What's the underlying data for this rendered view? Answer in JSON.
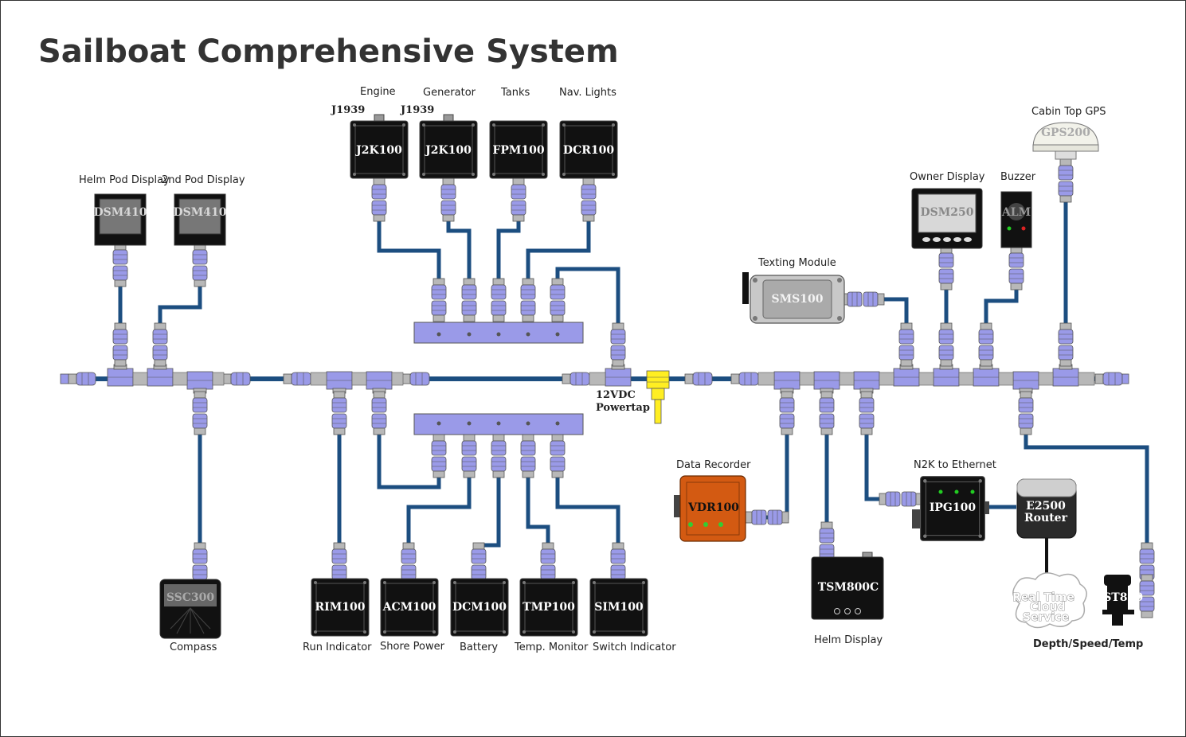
{
  "title": "Sailboat Comprehensive System",
  "labels": {
    "helm_pod": "Helm Pod Display",
    "second_pod": "2nd Pod Display",
    "engine": "Engine",
    "generator": "Generator",
    "tanks": "Tanks",
    "nav_lights": "Nav. Lights",
    "j1939_a": "J1939",
    "j1939_b": "J1939",
    "texting": "Texting Module",
    "owner": "Owner Display",
    "buzzer": "Buzzer",
    "cabin_gps": "Cabin Top GPS",
    "powertap_1": "12VDC",
    "powertap_2": "Powertap",
    "data_recorder": "Data Recorder",
    "n2k_eth": "N2K to Ethernet",
    "helm_display": "Helm Display",
    "depth": "Depth/Speed/Temp",
    "compass": "Compass",
    "run_ind": "Run Indicator",
    "shore": "Shore Power",
    "battery": "Battery",
    "temp_mon": "Temp. Monitor",
    "switch_ind": "Switch Indicator",
    "cloud_1": "Real Time",
    "cloud_2": "Cloud",
    "cloud_3": "Service"
  },
  "devices": {
    "dsm410_a": "DSM410",
    "dsm410_b": "DSM410",
    "j2k100_a": "J2K100",
    "j2k100_b": "J2K100",
    "fpm100": "FPM100",
    "dcr100": "DCR100",
    "sms100": "SMS100",
    "dsm250": "DSM250",
    "alm": "ALM",
    "gps200": "GPS200",
    "ssc300": "SSC300",
    "rim100": "RIM100",
    "acm100": "ACM100",
    "dcm100": "DCM100",
    "tmp100": "TMP100",
    "sim100": "SIM100",
    "vdr100": "VDR100",
    "tsm800c": "TSM800C",
    "ipg100": "IPG100",
    "e2500_1": "E2500",
    "e2500_2": "Router",
    "dst": "DST800"
  },
  "colors": {
    "cable": "#1c4e80",
    "connector": "#9a9ae8",
    "powertap": "#ffee22",
    "vdr": "#d35a12"
  }
}
